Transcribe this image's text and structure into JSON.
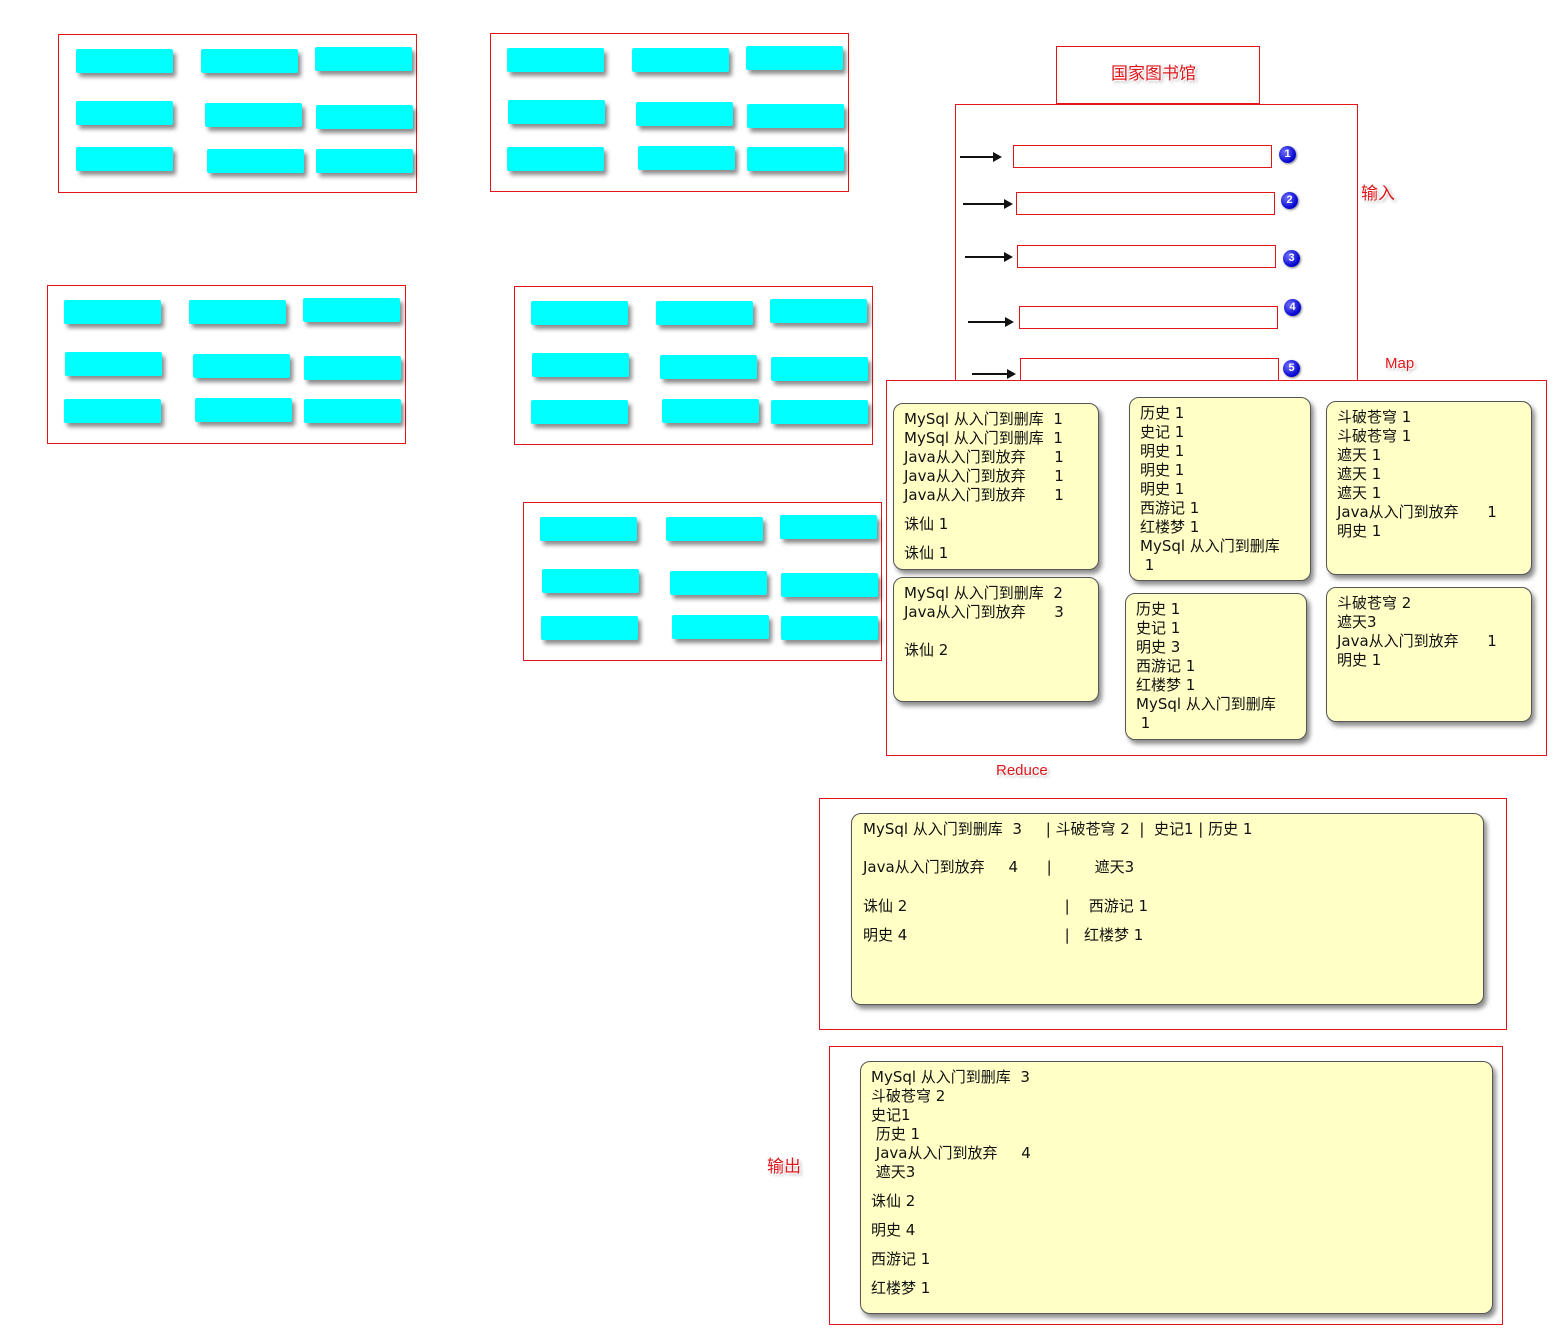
{
  "title": "国家图书馆",
  "labels": {
    "input": "输入",
    "map": "Map",
    "reduce": "Reduce",
    "output": "输出"
  },
  "input_slots": [
    "1",
    "2",
    "3",
    "4",
    "5"
  ],
  "map_cards": {
    "a_top": [
      "MySql 从入门到删库  1",
      "MySql 从入门到删库  1",
      "Java从入门到放弃      1",
      "Java从入门到放弃      1",
      "Java从入门到放弃      1",
      "诛仙 1",
      "诛仙 1"
    ],
    "a_bottom": [
      "MySql 从入门到删库  2",
      "Java从入门到放弃      3",
      "诛仙 2"
    ],
    "b_top": [
      "历史 1",
      "史记 1",
      "明史 1",
      "明史 1",
      "明史 1",
      "西游记 1",
      "红楼梦 1",
      "MySql 从入门到删库",
      " 1"
    ],
    "b_bottom": [
      "历史 1",
      "史记 1",
      "明史 3",
      "西游记 1",
      "红楼梦 1",
      "MySql 从入门到删库",
      " 1"
    ],
    "c_top": [
      "斗破苍穹 1",
      "斗破苍穹 1",
      "遮天 1",
      "遮天 1",
      "遮天 1",
      "Java从入门到放弃      1",
      "明史 1"
    ],
    "c_bottom": [
      "斗破苍穹 2",
      "遮天3",
      "Java从入门到放弃      1",
      "明史 1"
    ]
  },
  "reduce_lines": [
    "MySql 从入门到删库  3     | 斗破苍穹 2  |  史记1 | 历史 1",
    "Java从入门到放弃     4      |         遮天3",
    "诛仙 2                                 |    西游记 1",
    "明史 4                                 |   红楼梦 1"
  ],
  "output_lines": [
    "MySql 从入门到删库  3",
    "斗破苍穹 2",
    "史记1",
    " 历史 1",
    " Java从入门到放弃     4",
    " 遮天3",
    "诛仙 2",
    "明史 4",
    "西游记 1",
    "红楼梦 1"
  ]
}
